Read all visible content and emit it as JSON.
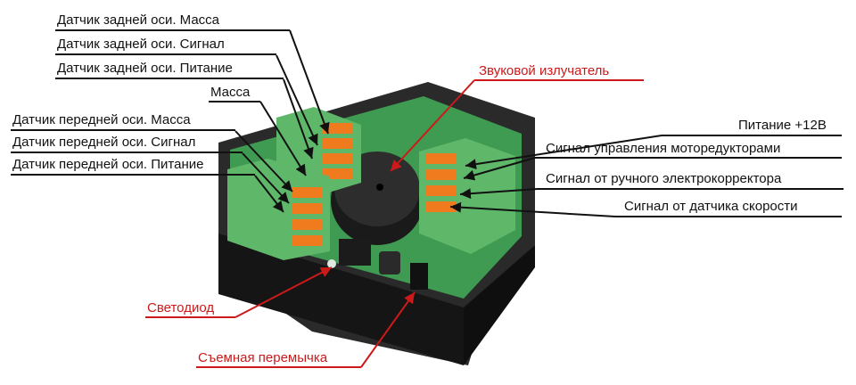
{
  "labels_left": [
    "Датчик задней оси. Масса",
    "Датчик задней оси. Сигнал",
    "Датчик задней оси. Питание",
    "Масса",
    "Датчик передней оси. Масса",
    "Датчик передней оси. Сигнал",
    "Датчик передней оси. Питание"
  ],
  "labels_right": [
    "Питание +12В",
    "Сигнал управления моторедукторами",
    "Сигнал от ручного электрокорректора",
    "Сигнал от датчика скорости"
  ],
  "labels_red": {
    "buzzer": "Звуковой излучатель",
    "led": "Светодиод",
    "jumper": "Съемная перемычка"
  },
  "colors": {
    "label_text": "#111111",
    "highlight_text": "#cc1a1a",
    "terminal_orange": "#f07a1e",
    "terminal_green": "#5fb86a",
    "pcb_green": "#3f9a52",
    "case_black": "#1f1f1f"
  }
}
